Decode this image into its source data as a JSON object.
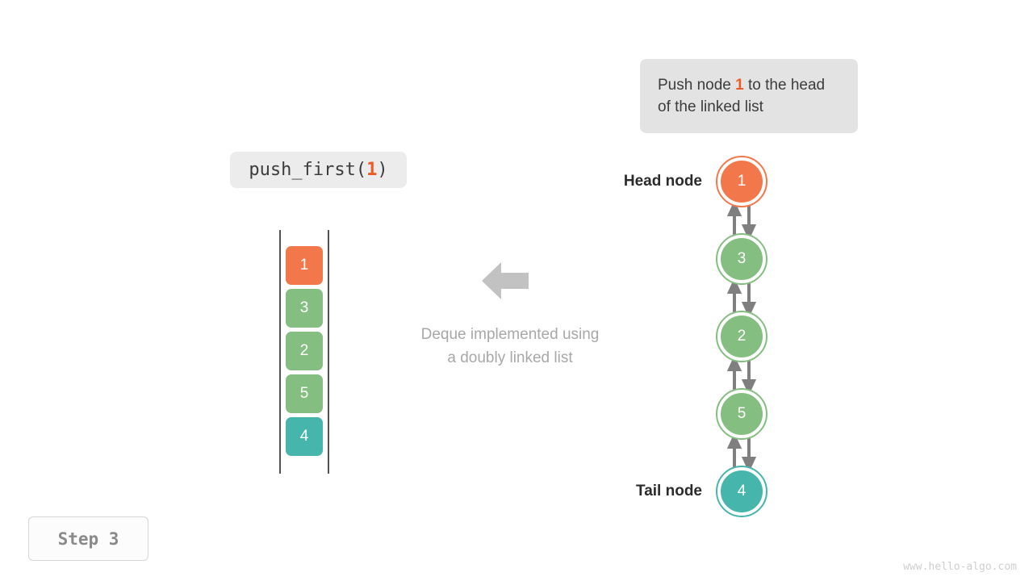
{
  "callout": {
    "text_before": "Push node ",
    "highlight": "1",
    "text_after": " to the head of the linked list"
  },
  "function_label": {
    "prefix": "push_first(",
    "argument": "1",
    "suffix": ")"
  },
  "array": {
    "cells": [
      {
        "value": "1",
        "color": "#f2784b"
      },
      {
        "value": "3",
        "color": "#84be81"
      },
      {
        "value": "2",
        "color": "#84be81"
      },
      {
        "value": "5",
        "color": "#84be81"
      },
      {
        "value": "4",
        "color": "#46b5ab"
      }
    ]
  },
  "middle": {
    "arrow_direction": "left",
    "caption_line1": "Deque implemented using",
    "caption_line2": "a doubly linked list"
  },
  "linked_list": {
    "head_label": "Head node",
    "tail_label": "Tail node",
    "nodes": [
      {
        "value": "1",
        "color": "#f2784b"
      },
      {
        "value": "3",
        "color": "#84be81"
      },
      {
        "value": "2",
        "color": "#84be81"
      },
      {
        "value": "5",
        "color": "#84be81"
      },
      {
        "value": "4",
        "color": "#46b5ab"
      }
    ],
    "link_color": "#7f7f7f"
  },
  "step_badge": {
    "label": "Step 3"
  },
  "watermark": {
    "text": "www.hello-algo.com"
  },
  "colors": {
    "orange": "#f2784b",
    "green": "#84be81",
    "teal": "#46b5ab",
    "accent_text_orange": "#ec5b23",
    "gray_arrow": "#c2c2c2",
    "caption_gray": "#a8a8a8"
  }
}
